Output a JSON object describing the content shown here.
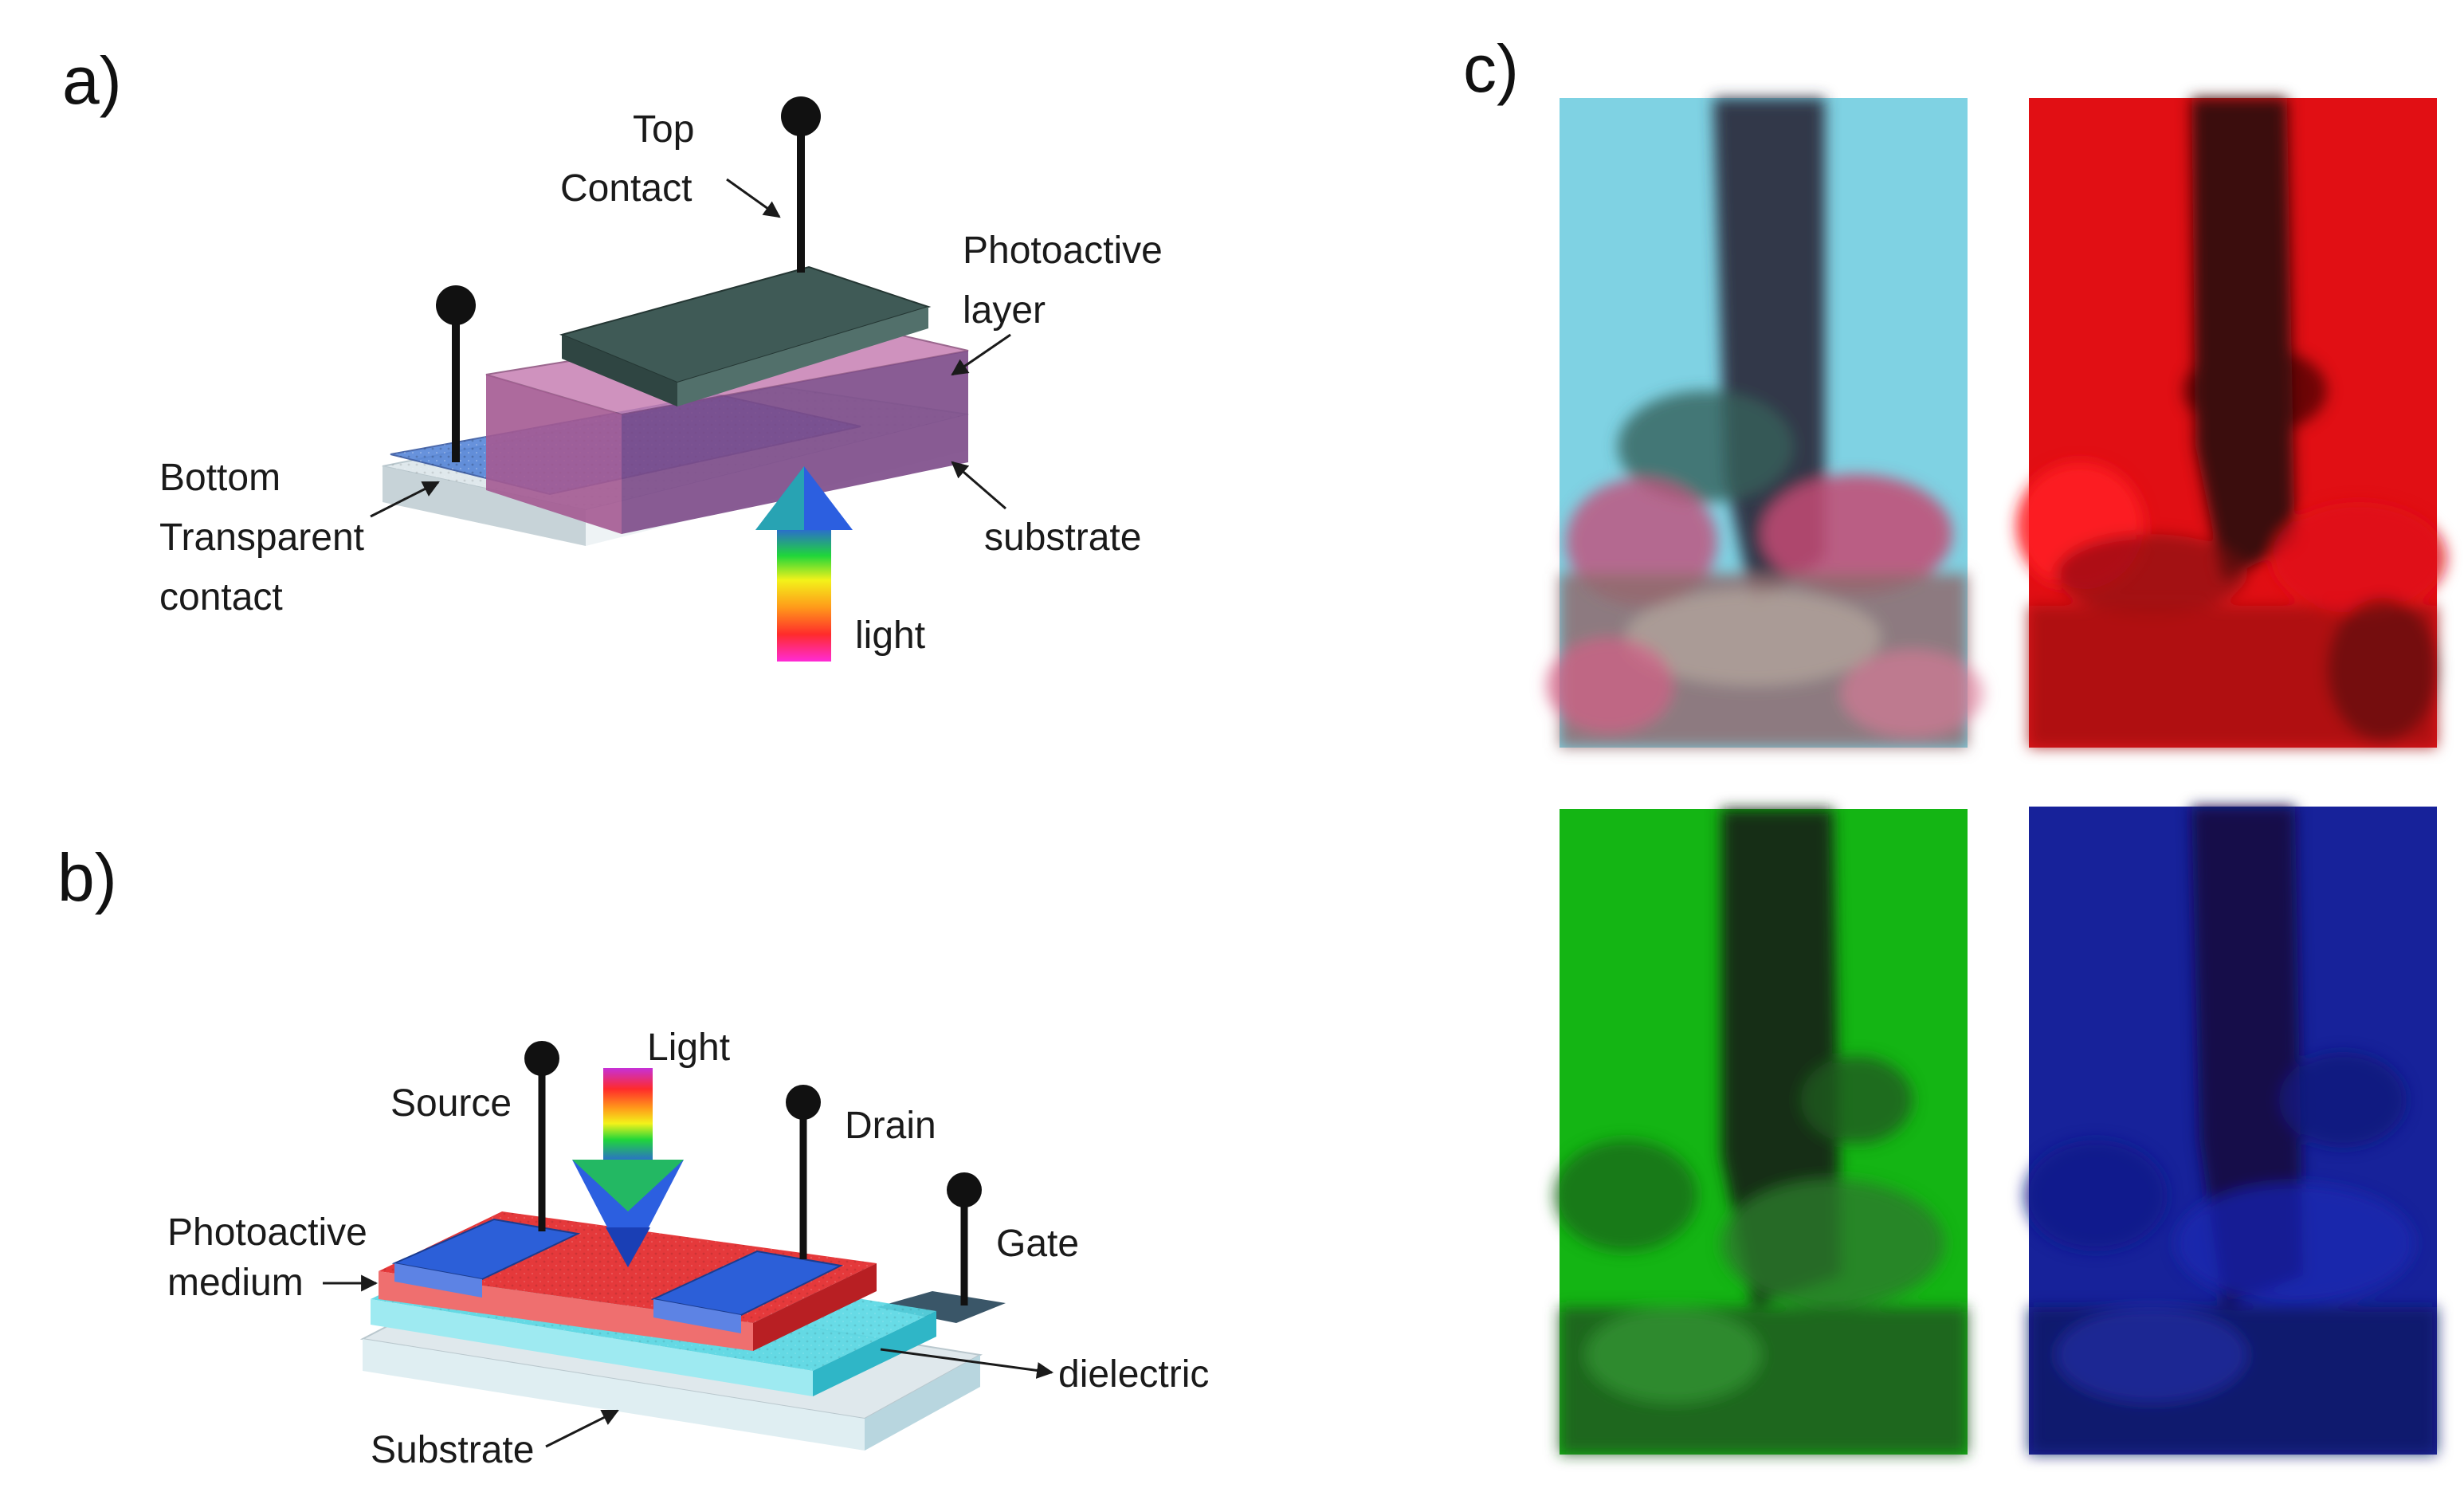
{
  "colors": {
    "top_contact": "#3f5a56",
    "photoactive_layer": "#c77fb3",
    "bottom_contact": "#4d7fd6",
    "substrate": "#dfe8ec",
    "medium_red": "#e5393b",
    "electrode_blue": "#2c5fd8",
    "dielectric": "#57d7e3",
    "gate_plate": "#3a5668",
    "image_cyan": "#7fd2e3",
    "image_red": "#e10f14",
    "image_green": "#14b514",
    "image_blue": "#17229a"
  },
  "panel_a": {
    "label": "a)",
    "top_contact": [
      "Top",
      "Contact"
    ],
    "photoactive_layer": [
      "Photoactive",
      "layer"
    ],
    "bottom_contact": [
      "Bottom",
      "Transparent",
      "contact"
    ],
    "substrate": "substrate",
    "light": "light"
  },
  "panel_b": {
    "label": "b)",
    "light": "Light",
    "source": "Source",
    "drain": "Drain",
    "gate": "Gate",
    "photoactive_medium": [
      "Photoactive",
      "medium"
    ],
    "dielectric": "dielectric",
    "substrate": "Substrate"
  },
  "panel_c": {
    "label": "c)",
    "images": [
      {
        "channel": "full-color",
        "icon": "composite-photo"
      },
      {
        "channel": "red",
        "icon": "red-channel-photo"
      },
      {
        "channel": "green",
        "icon": "green-channel-photo"
      },
      {
        "channel": "blue",
        "icon": "blue-channel-photo"
      }
    ]
  }
}
